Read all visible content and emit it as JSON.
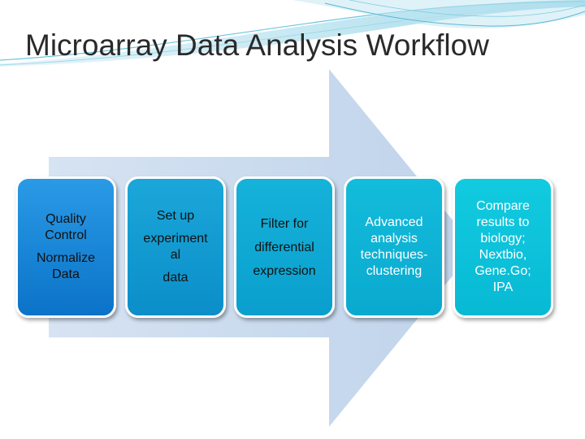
{
  "title": "Microarray Data Analysis Workflow",
  "colors": {
    "arrow": "#c9d9ee",
    "step_1": "#1787d6",
    "step_2": "#139bd1",
    "step_3": "#10a8d3",
    "step_4": "#0fb3d5",
    "step_5": "#0dc3da",
    "swoosh": "#6ec6dc"
  },
  "steps": [
    {
      "lines": [
        "Quality",
        "Control"
      ],
      "lines_b": [
        "Normalize",
        "Data"
      ]
    },
    {
      "lines": [
        "Set up"
      ],
      "lines_b": [
        "experiment",
        "al"
      ],
      "lines_c": [
        "data"
      ]
    },
    {
      "lines": [
        "Filter for",
        "differential",
        "expression"
      ]
    },
    {
      "lines": [
        "Advanced",
        "analysis",
        "techniques-",
        "clustering"
      ]
    },
    {
      "lines": [
        "Compare",
        "results to",
        "biology;",
        "Nextbio,",
        "Gene.Go;",
        "IPA"
      ]
    }
  ]
}
